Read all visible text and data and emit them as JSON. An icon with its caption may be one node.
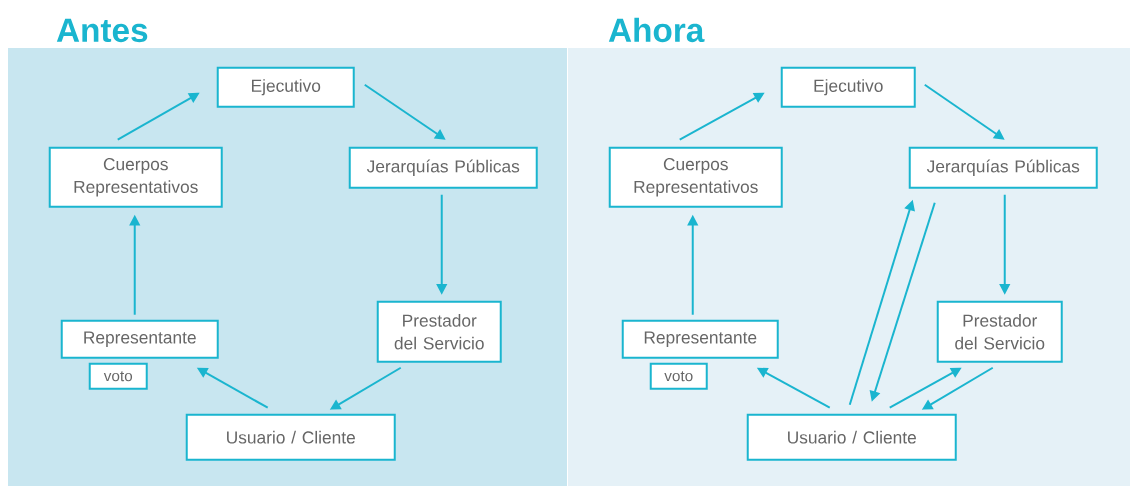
{
  "diagram": {
    "nodes": [
      {
        "text": [
          "Antes"
        ]
      },
      {
        "text": [
          "Ejecutivo"
        ],
        "in": 0
      },
      {
        "text": [
          "Cuerpos Representativos"
        ],
        "in": 0
      },
      {
        "text": [
          "Jerarquías Públicas"
        ],
        "in": 0
      },
      {
        "text": [
          "Representante"
        ],
        "in": 0
      },
      {
        "text": [
          "voto"
        ],
        "in": 0
      },
      {
        "text": [
          "Prestador del Servicio"
        ],
        "in": 0
      },
      {
        "text": [
          "Usuario / Cliente"
        ],
        "in": 0
      },
      {
        "text": [
          "Ahora"
        ]
      },
      {
        "text": [
          "Ejecutivo"
        ],
        "in": 8
      },
      {
        "text": [
          "Cuerpos Representativos"
        ],
        "in": 8
      },
      {
        "text": [
          "Jerarquías Públicas"
        ],
        "in": 8
      },
      {
        "text": [
          "Representante"
        ],
        "in": 8
      },
      {
        "text": [
          "voto"
        ],
        "in": 8
      },
      {
        "text": [
          "Prestador del Servicio"
        ],
        "in": 8
      },
      {
        "text": [
          "Usuario / Cliente"
        ],
        "in": 8
      }
    ],
    "edges": [
      {
        "from": 2,
        "to": 1,
        "arrow": "to"
      },
      {
        "from": 1,
        "to": 3,
        "arrow": "to"
      },
      {
        "from": 3,
        "to": 6,
        "arrow": "to"
      },
      {
        "from": 6,
        "to": 7,
        "arrow": "to"
      },
      {
        "from": 7,
        "to": 4,
        "arrow": "to"
      },
      {
        "from": 4,
        "to": 2,
        "arrow": "to"
      },
      {
        "from": 10,
        "to": 9,
        "arrow": "to"
      },
      {
        "from": 9,
        "to": 11,
        "arrow": "to"
      },
      {
        "from": 11,
        "to": 14,
        "arrow": "to"
      },
      {
        "from": 14,
        "to": 15,
        "arrow": "to"
      },
      {
        "from": 15,
        "to": 14,
        "arrow": "to"
      },
      {
        "from": 15,
        "to": 12,
        "arrow": "to"
      },
      {
        "from": 15,
        "to": 11,
        "arrow": "to"
      },
      {
        "from": 11,
        "to": 15,
        "arrow": "to"
      },
      {
        "from": 12,
        "to": 10,
        "arrow": "to"
      }
    ]
  }
}
